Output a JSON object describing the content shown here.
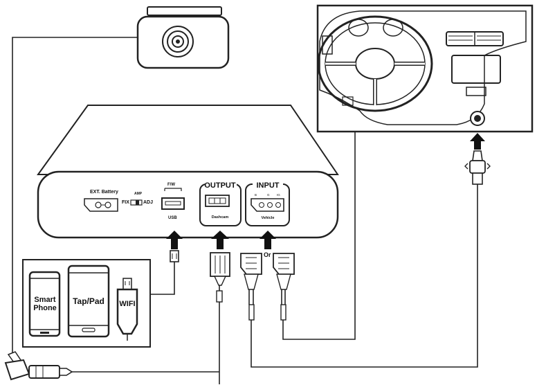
{
  "device_panel": {
    "ext_battery_label": "EXT. Battery",
    "switch_top_label": "AMP",
    "switch_fix_label": "FIX",
    "switch_adj_label": "ADJ",
    "fw_label": "F/W",
    "usb_label": "USB",
    "output_title": "OUTPUT",
    "output_port_label": "Dashcam",
    "input_title": "INPUT",
    "input_port_label": "Vehicle",
    "input_pin_labels": [
      "B",
      "G",
      "IG"
    ]
  },
  "connector_or_label": "Or",
  "devices": [
    {
      "label_line1": "Smart",
      "label_line2": "Phone"
    },
    {
      "label_line1": "Tap/Pad",
      "label_line2": ""
    },
    {
      "label_line1": "WIFI",
      "label_line2": ""
    }
  ],
  "colors": {
    "line": "#1a1a1a",
    "background": "#ffffff",
    "outline": "#222222"
  }
}
